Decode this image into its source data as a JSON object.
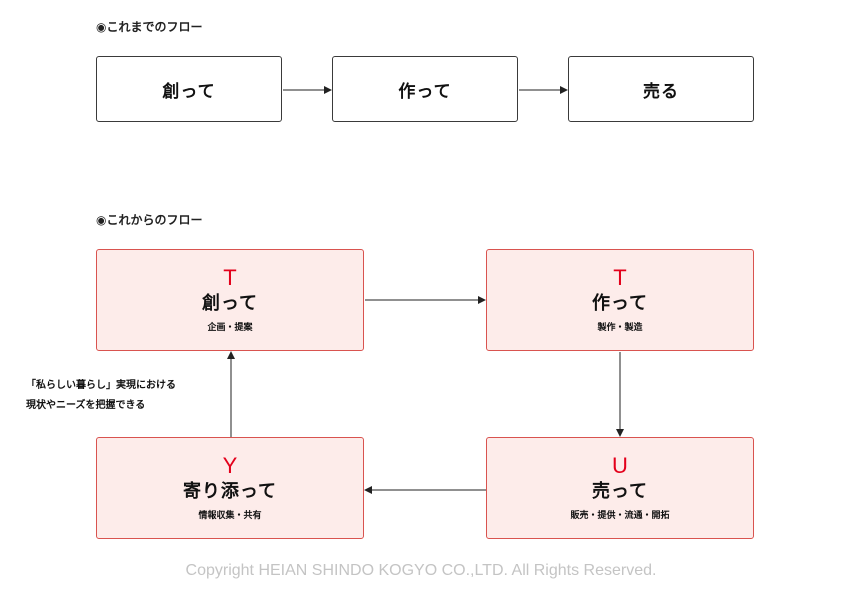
{
  "current_flow": {
    "heading": "◉これまでのフロー",
    "steps": [
      {
        "label": "創って"
      },
      {
        "label": "作って"
      },
      {
        "label": "売る"
      }
    ]
  },
  "future_flow": {
    "heading": "◉これからのフロー",
    "boxes": [
      {
        "letter": "T",
        "label": "創って",
        "sub": "企画・提案"
      },
      {
        "letter": "T",
        "label": "作って",
        "sub": "製作・製造"
      },
      {
        "letter": "U",
        "label": "売って",
        "sub": "販売・提供・流通・開拓"
      },
      {
        "letter": "Y",
        "label": "寄り添って",
        "sub": "情報収集・共有"
      }
    ],
    "note_lines": [
      "「私らしい暮らし」実現における",
      "現状やニーズを把握できる"
    ]
  },
  "footer": {
    "copyright": "Copyright  HEIAN SHINDO KOGYO CO.,LTD. All Rights Reserved."
  },
  "colors": {
    "accent_red": "#e3001b",
    "box_fill": "#fdecea",
    "box_border": "#d9534f"
  }
}
